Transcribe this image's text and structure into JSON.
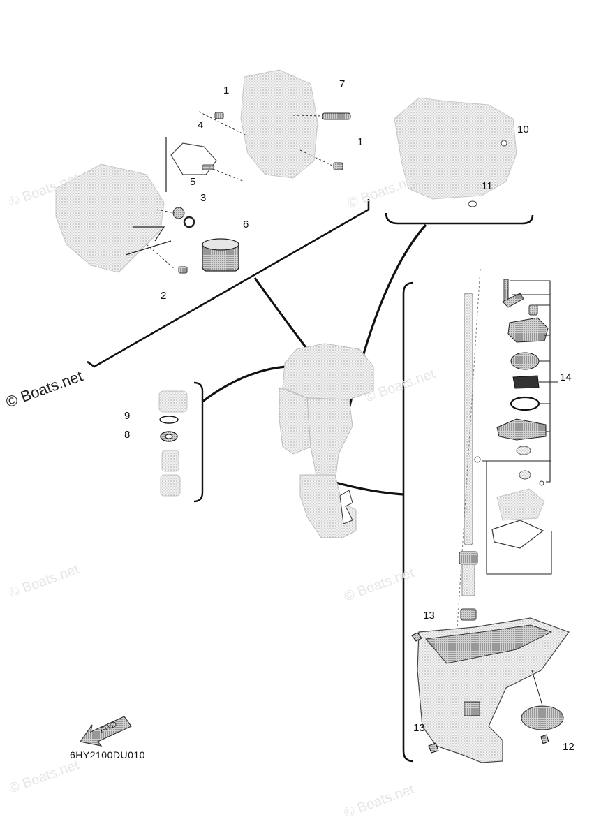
{
  "diagram": {
    "part_code": "6HY2100DU010",
    "fwd_label": "FWD",
    "callouts": [
      {
        "id": "c1a",
        "label": "1"
      },
      {
        "id": "c1b",
        "label": "1"
      },
      {
        "id": "c2",
        "label": "2"
      },
      {
        "id": "c3",
        "label": "3"
      },
      {
        "id": "c4",
        "label": "4"
      },
      {
        "id": "c5",
        "label": "5"
      },
      {
        "id": "c6",
        "label": "6"
      },
      {
        "id": "c7",
        "label": "7"
      },
      {
        "id": "c8",
        "label": "8"
      },
      {
        "id": "c9",
        "label": "9"
      },
      {
        "id": "c10",
        "label": "10"
      },
      {
        "id": "c11",
        "label": "11"
      },
      {
        "id": "c12",
        "label": "12"
      },
      {
        "id": "c13a",
        "label": "13"
      },
      {
        "id": "c13b",
        "label": "13"
      },
      {
        "id": "c14",
        "label": "14"
      }
    ]
  },
  "watermark": {
    "text": "© Boats.net"
  },
  "colors": {
    "ink": "#111111",
    "part_gray": "#bdbdbd",
    "watermark": "#e6e6e6"
  }
}
